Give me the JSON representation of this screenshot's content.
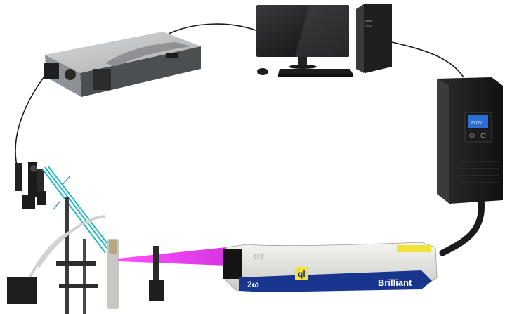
{
  "spectrometer": {
    "brand_text": ""
  },
  "power_supply": {
    "display_text": "220V"
  },
  "laser": {
    "brand": "Brilliant",
    "logo_left": "2ω",
    "logo_mid": "ql"
  }
}
